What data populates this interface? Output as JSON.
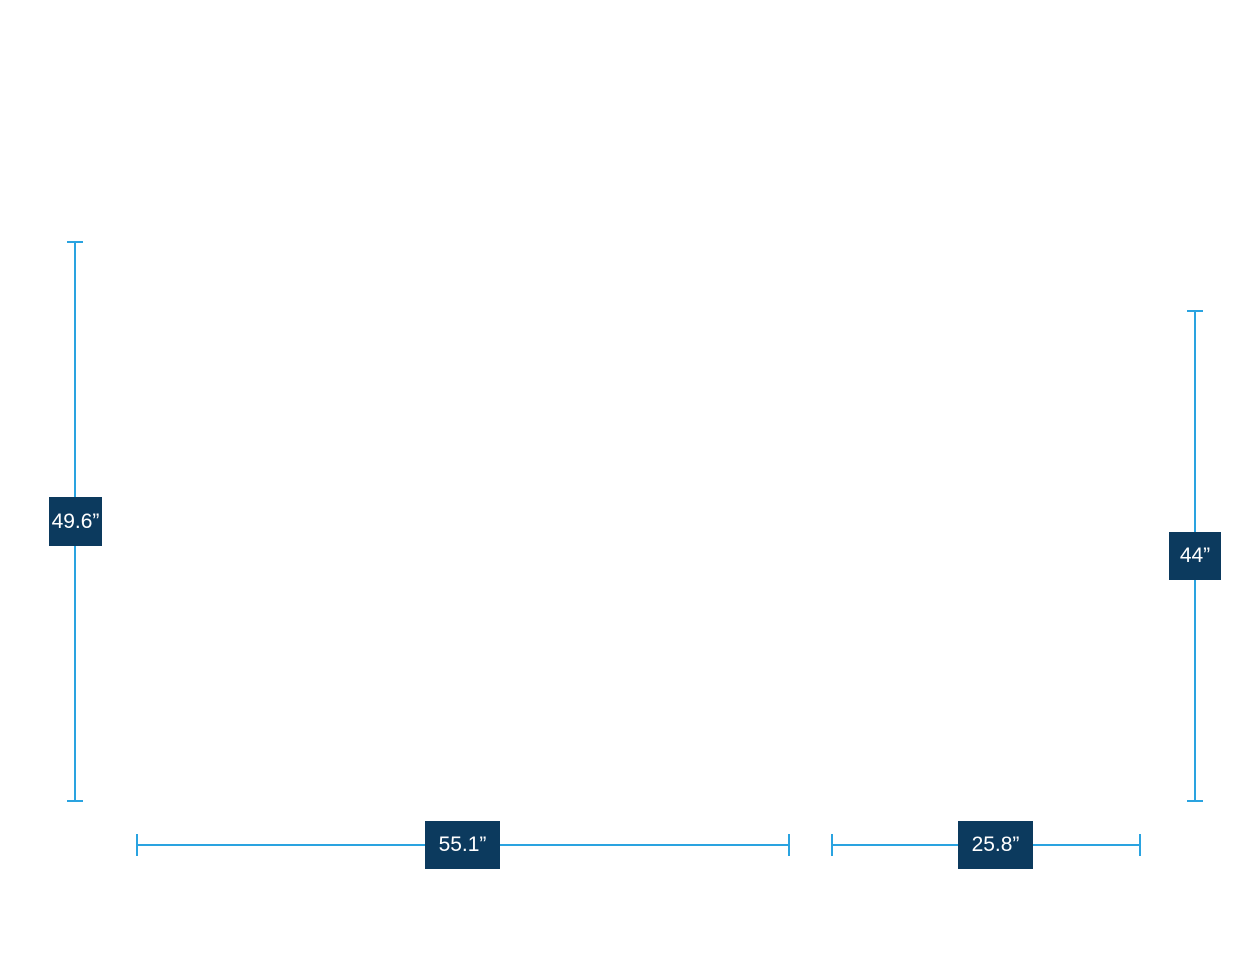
{
  "dimensions": {
    "height_left": {
      "label": "49.6”",
      "value": 49.6,
      "unit": "in"
    },
    "height_right": {
      "label": "44”",
      "value": 44,
      "unit": "in"
    },
    "width_main": {
      "label": "55.1”",
      "value": 55.1,
      "unit": "in"
    },
    "width_side": {
      "label": "25.8”",
      "value": 25.8,
      "unit": "in"
    }
  },
  "colors": {
    "dimension_line": "#2aa3e0",
    "label_background": "#0c3a5e",
    "label_text": "#ffffff"
  }
}
